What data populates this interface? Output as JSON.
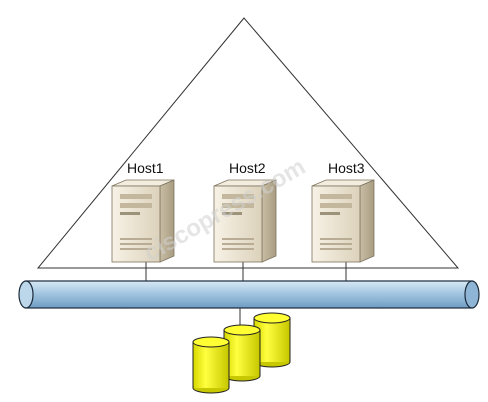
{
  "hosts": [
    {
      "label": "Host1"
    },
    {
      "label": "Host2"
    },
    {
      "label": "Host3"
    }
  ],
  "watermark": "ciscopress.com",
  "colors": {
    "bus_fill": "#9fc3df",
    "bus_stroke": "#1a2a3a",
    "disk_fill": "#ffff00",
    "disk_stroke": "#222222",
    "server_body": "#ece4d2",
    "server_dark": "#b3a88f",
    "triangle_stroke": "#333333"
  },
  "icons": {
    "server": "server-tower-icon",
    "storage": "storage-cylinder-icon"
  }
}
